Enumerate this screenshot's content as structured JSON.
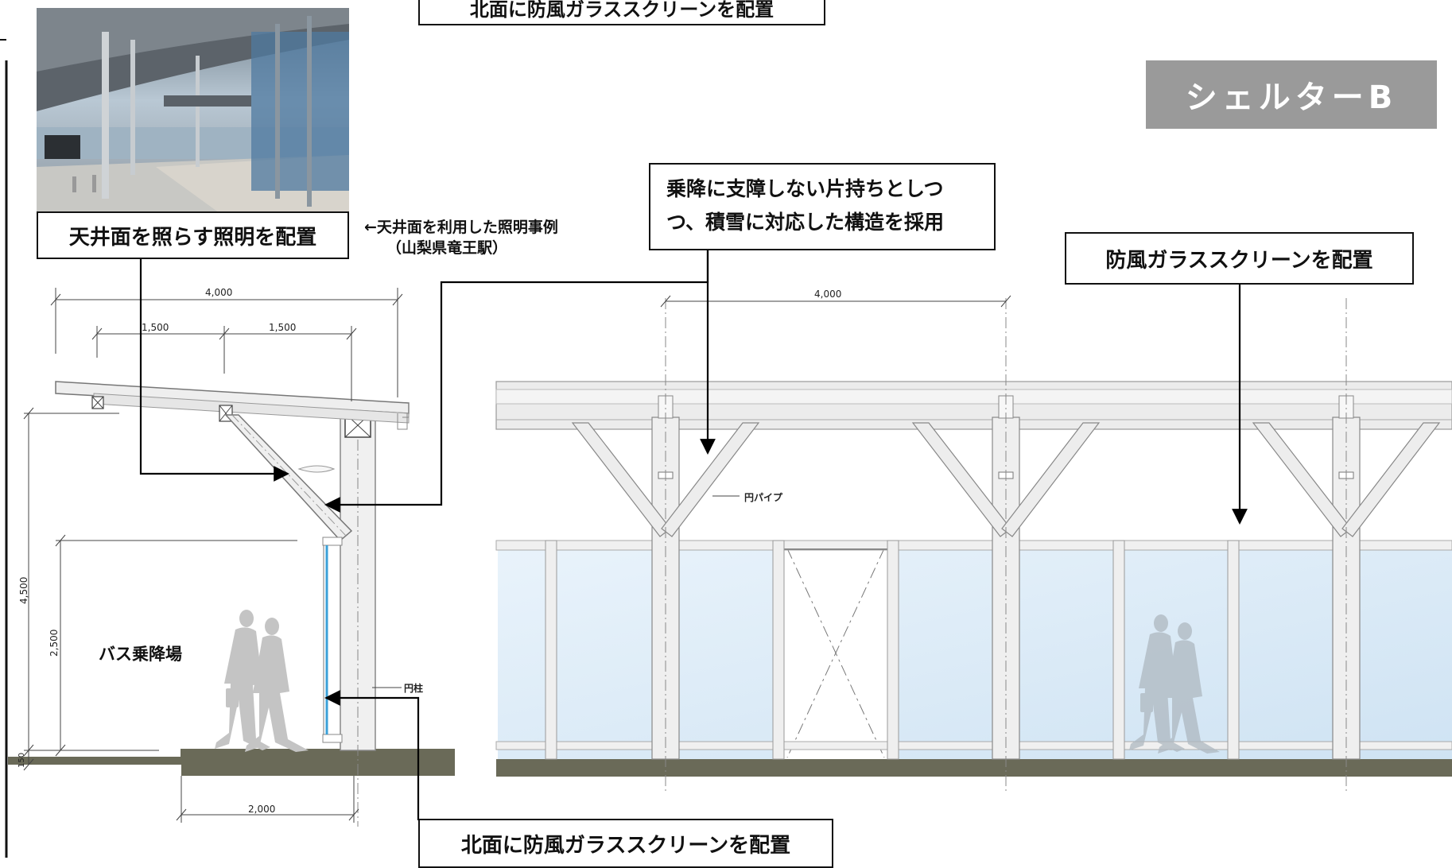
{
  "banner": {
    "shelter_label": "シェルターB"
  },
  "callouts": {
    "top_cut": "北面に防風ガラススクリーンを配置",
    "lighting": "天井面を照らす照明を配置",
    "cantilever_line1": "乗降に支障しない片持ちとしつ",
    "cantilever_line2": "つ、積雪に対応した構造を採用",
    "windscreen": "防風ガラススクリーンを配置",
    "bottom_windscreen": "北面に防風ガラススクリーンを配置"
  },
  "photo_note": {
    "line1": "←天井面を利用した照明事例",
    "line2": "（山梨県竜王駅）"
  },
  "section": {
    "dim_total_width": "4,000",
    "dim_span_a": "1,500",
    "dim_span_b": "1,500",
    "dim_height": "4,500",
    "dim_clear_height": "2,500",
    "dim_step": "150",
    "dim_base": "2,000",
    "bus_area_label": "バス乗降場",
    "column_label": "円柱"
  },
  "elevation": {
    "dim_bay": "4,000",
    "pipe_label": "円パイプ"
  },
  "colors": {
    "ground": "#6a6a58",
    "glass": "#dcebf6",
    "banner": "#9a9a9a",
    "glass_edge": "#3aa0d8"
  }
}
